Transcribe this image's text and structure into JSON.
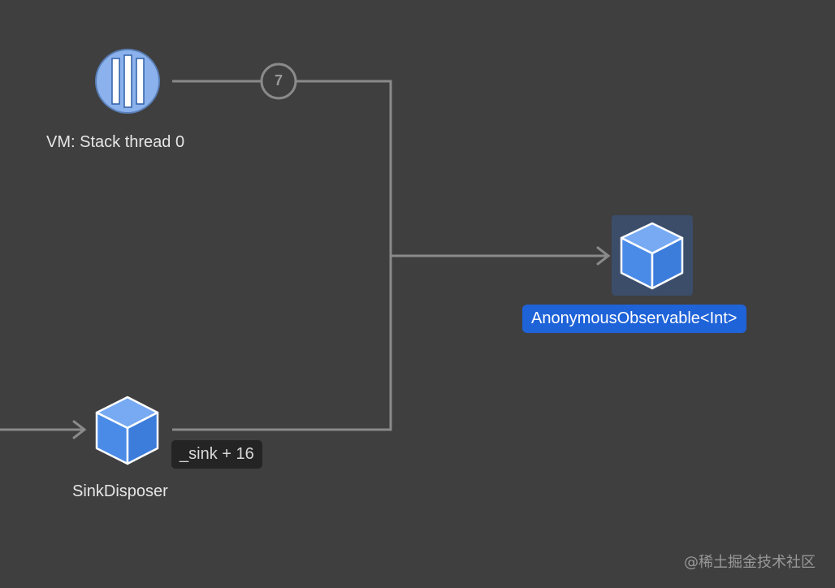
{
  "nodes": {
    "thread": {
      "label": "VM: Stack thread 0",
      "icon": "thread-icon"
    },
    "observable": {
      "label": "AnonymousObservable<Int>",
      "icon": "cube-icon",
      "selected": true
    },
    "disposer": {
      "label": "SinkDisposer",
      "icon": "cube-icon"
    }
  },
  "edges": {
    "thread_count": "7",
    "disposer_tag": "_sink + 16"
  },
  "watermark": "@稀土掘金技术社区",
  "colors": {
    "background": "#3f3f3f",
    "edge": "#8a8a8a",
    "cube_face": "#4a8be8",
    "selection": "#1f63d8",
    "selection_bg": "#3c4d6a"
  }
}
